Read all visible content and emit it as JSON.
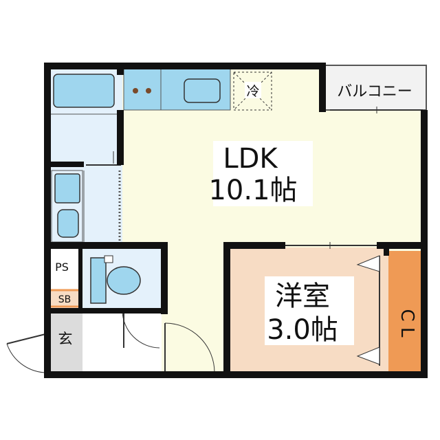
{
  "rooms": {
    "ldk": {
      "name": "LDK",
      "size": "10.1帖"
    },
    "western": {
      "name": "洋室",
      "size": "3.0帖"
    },
    "closet": {
      "name": "C L"
    },
    "balcony": {
      "name": "バルコニー"
    },
    "entrance": {
      "name": "玄"
    },
    "ps": {
      "name": "PS"
    },
    "sb": {
      "name": "SB"
    },
    "fridge": {
      "name": "冷"
    }
  },
  "colors": {
    "wall": "#111111",
    "ldk_floor": "#fbfbe2",
    "western_floor": "#f7dcc4",
    "closet": "#ef9a55",
    "wet_area": "#e4f1fb",
    "fixture": "#9fd6ee",
    "balcony": "#f2f2f2",
    "entrance": "#dcdcdc"
  }
}
